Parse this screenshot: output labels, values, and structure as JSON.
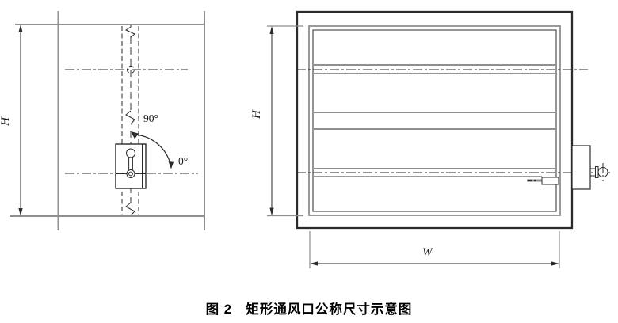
{
  "figure": {
    "caption": "图 2　矩形通风口公称尺寸示意图",
    "side_view": {
      "height_label": "H",
      "open_angle_label": "90°",
      "closed_angle_label": "0°"
    },
    "front_view": {
      "height_label": "H",
      "width_label": "W"
    }
  },
  "colors": {
    "line-dark": "#2b2b2b",
    "line-gray": "#8f8f8f",
    "background": "#ffffff",
    "text": "#1a1a1a"
  }
}
